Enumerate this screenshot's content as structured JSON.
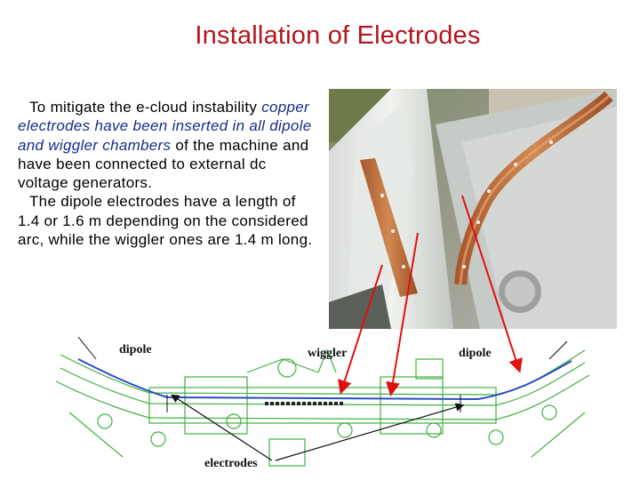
{
  "slide": {
    "title": "Installation of Electrodes"
  },
  "body": {
    "p1_plain_a": "To mitigate the e-cloud instability",
    "p1_blue": "copper electrodes have been inserted in all dipole and wiggler chambers",
    "p1_plain_b": " of the machine and have been connected to external dc voltage generators.",
    "p2": "The dipole electrodes have a length of 1.4 or 1.6 m depending on the considered arc, while the wiggler ones are 1.4 m long."
  },
  "drawing": {
    "label_dipole_left": "dipole",
    "label_wiggler": "wiggler",
    "label_dipole_right": "dipole",
    "label_electrodes": "electrodes"
  },
  "colors": {
    "title": "#b2161c",
    "highlight_text": "#1a2a8c",
    "arrow": "#e01010",
    "drawing_lines": "#3fb03f",
    "electrode_strip": "#c8743a"
  }
}
